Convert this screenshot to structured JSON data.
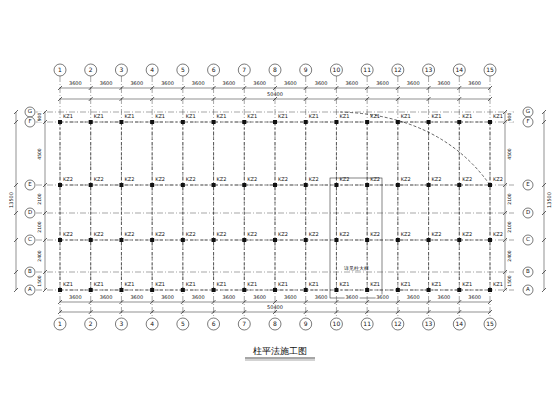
{
  "diagram": {
    "caption": "柱平法施工图",
    "labels": [
      "1",
      "2",
      "3",
      "4",
      "5",
      "6",
      "7",
      "8",
      "9",
      "10",
      "11",
      "12",
      "13",
      "14",
      "15",
      "1",
      "2",
      "3",
      "4",
      "5",
      "6",
      "7",
      "8",
      "9",
      "10",
      "11",
      "12",
      "13",
      "14",
      "15",
      "G",
      "F",
      "E",
      "D",
      "C",
      "B",
      "A",
      "G",
      "F",
      "E",
      "D",
      "C",
      "B",
      "A",
      "3600",
      "3600",
      "3600",
      "3600",
      "3600",
      "3600",
      "3600",
      "3600",
      "3600",
      "3600",
      "3600",
      "3600",
      "3600",
      "3600",
      "3600",
      "3600",
      "3600",
      "3600",
      "3600",
      "3600",
      "3600",
      "3600",
      "3600",
      "3600",
      "3600",
      "3600",
      "3600",
      "3600",
      "50400",
      "50400",
      "900",
      "4500",
      "2100",
      "2100",
      "2400",
      "1500",
      "900",
      "4500",
      "2100",
      "2100",
      "2400",
      "1500",
      "13500",
      "13500",
      "KZ1",
      "KZ1",
      "KZ1",
      "KZ1",
      "KZ1",
      "KZ1",
      "KZ1",
      "KZ1",
      "KZ1",
      "KZ1",
      "KZ1",
      "KZ1",
      "KZ1",
      "KZ1",
      "KZ1",
      "KZ2",
      "KZ2",
      "KZ2",
      "KZ2",
      "KZ2",
      "KZ2",
      "KZ2",
      "KZ2",
      "KZ2",
      "KZ2",
      "KZ2",
      "KZ2",
      "KZ2",
      "KZ2",
      "KZ2",
      "KZ2",
      "KZ2",
      "KZ2",
      "KZ2",
      "KZ2",
      "KZ2",
      "KZ2",
      "KZ2",
      "KZ2",
      "KZ2",
      "KZ2",
      "KZ2",
      "KZ2",
      "KZ2",
      "KZ2",
      "KZ1",
      "KZ1",
      "KZ1",
      "KZ1",
      "KZ1",
      "KZ1",
      "KZ1",
      "KZ1",
      "KZ1",
      "KZ1",
      "KZ1",
      "KZ1",
      "KZ1",
      "KZ1",
      "KZ1",
      "详见柱大样"
    ]
  }
}
